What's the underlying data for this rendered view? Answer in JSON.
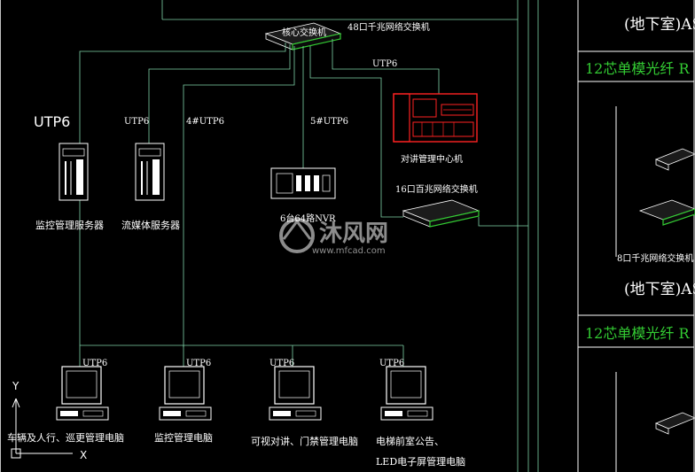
{
  "diagram": {
    "core_switch": {
      "label": "核心交换机",
      "desc": "48口千兆网络交换机"
    },
    "uplink_label": "UTP6",
    "intercom_center": {
      "label": "对讲管理中心机"
    },
    "switch16": {
      "label": "16口百兆网络交换机"
    },
    "servers": [
      {
        "label": "监控管理服务器",
        "cable": "UTP6"
      },
      {
        "label": "流媒体服务器",
        "cable": "UTP6"
      }
    ],
    "nvr": {
      "label": "6台64路NVR",
      "cable": "5#UTP6"
    },
    "cable_4": "4#UTP6",
    "pcs": [
      {
        "cable": "UTP6",
        "label": "车辆及人行、巡更管理电脑",
        "label2": ""
      },
      {
        "cable": "UTP6",
        "label": "监控管理电脑",
        "label2": ""
      },
      {
        "cable": "UTP6",
        "label": "可视对讲、门禁管理电脑",
        "label2": ""
      },
      {
        "cable": "UTP6",
        "label": "电梯前室公告、",
        "label2": "LED电子屏管理电脑"
      }
    ],
    "right_panel": {
      "basement_1": "(地下室)AS",
      "fiber_1": "12芯单模光纤  R",
      "switch8": "8口千兆网络交换机",
      "basement_2": "(地下室)AS",
      "fiber_2": "12芯单模光纤  R"
    },
    "ucs": {
      "y": "Y",
      "x": "X"
    },
    "watermark": {
      "brand": "沐风网",
      "url": "www.mfcad.com"
    }
  }
}
